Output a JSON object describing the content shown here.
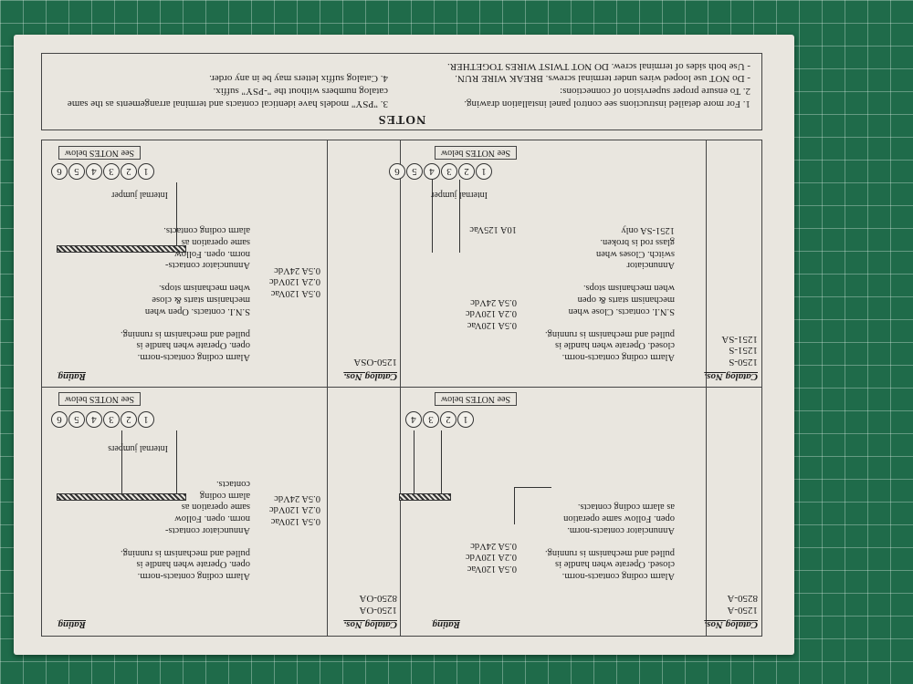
{
  "notes": {
    "title": "NOTES",
    "items": [
      "1.  For more detailed instructions see control panel installation drawing.",
      "2.  To ensure proper supervision of connections:",
      "     - Do NOT use looped wires under terminal screws. BREAK WIRE RUN.",
      "     - Use both sides of terminal screw. DO NOT TWIST WIRES TOGETHER.",
      "3.  \"PSY\" models have identical contacts and terminal arrangements as the same catalog numbers without the \"-PSY\" suffix.",
      "4.  Catalog suffix letters may be in any order."
    ]
  },
  "headers": {
    "catalog": "Catalog Nos.",
    "rating": "Rating"
  },
  "see_notes": "See NOTES below",
  "cells": [
    {
      "catalog": "1250-A\n8250-A",
      "terminals": [
        "1",
        "2",
        "3",
        "4"
      ],
      "desc": "Alarm coding contacts-norm.\nclosed. Operate when handle is\npulled and mechanism is running.\n\nAnnunciator contacts-norm.\nopen. Follow same operation\nas alarm coding contacts.",
      "rating": "0.5A 120Vac\n0.2A 120Vdc\n0.5A 24Vdc"
    },
    {
      "catalog": "1250-OA\n8250-OA",
      "terminals": [
        "1",
        "2",
        "3",
        "4",
        "5",
        "6"
      ],
      "jumper": "Internal jumpers",
      "desc": "Alarm coding contacts-norm.\nopen. Operate when handle is\npulled and mechanism is running.\n\nAnnunciator contacts-\nnorm. open. Follow\nsame operation as\nalarm coding\ncontacts.",
      "rating": "0.5A 120Vac\n0.2A 120Vdc\n0.5A 24Vdc"
    },
    {
      "catalog": "1250-S\n1251-S\n1251-SA",
      "terminals": [
        "1",
        "2",
        "3",
        "4",
        "5",
        "6"
      ],
      "jumper": "Internal jumper",
      "desc": "Alarm coding contacts-norm.\nclosed. Operate when handle is\npulled and mechanism is running.\n\nS.N.I. contacts. Close when\nmechanism starts & open\nwhen mechanism stops.\n\nAnnunciator\nswitch. Closes when\nglass rod is broken.\n1251-SA only",
      "rating": "0.5A 120Vac\n0.2A 120Vdc\n0.5A 24Vdc",
      "rating2": "10A 125Vac"
    },
    {
      "catalog": "1250-OSA",
      "terminals": [
        "1",
        "2",
        "3",
        "4",
        "5",
        "6"
      ],
      "jumper": "Internal jumper",
      "desc": "Alarm coding contacts-norm.\nopen. Operate when handle is\npulled and mechanism is running.\n\nS.N.I. contacts. Open when\nmechanism starts & close\nwhen mechanism stops.\n\nAnnunciator contacts-\nnorm. open. Follow\nsame operation as\nalarm coding contacts.",
      "rating": "0.5A 120Vac\n0.2A 120Vdc\n0.5A 24Vdc"
    }
  ]
}
